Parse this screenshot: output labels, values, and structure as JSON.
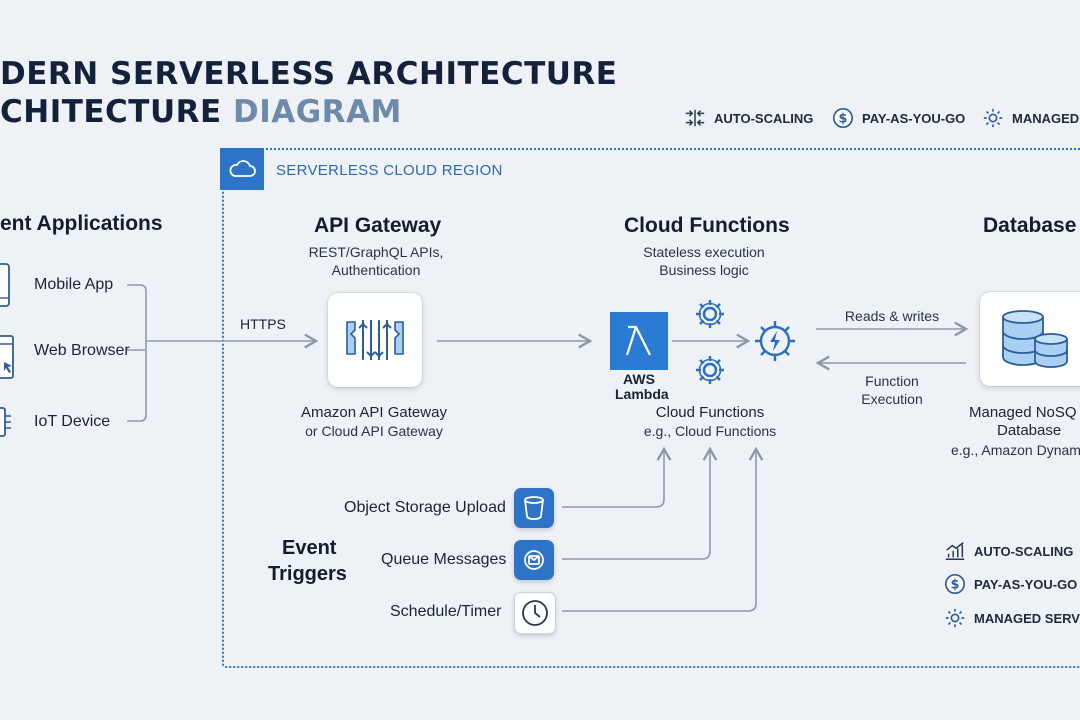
{
  "header": {
    "title_line1": "DERN SERVERLESS ARCHITECTURE",
    "title_line2_main": "CHITECTURE ",
    "title_line2_accent": "DIAGRAM"
  },
  "top_badges": [
    {
      "label": "AUTO-SCALING",
      "icon": "arrows-compress-icon"
    },
    {
      "label": "PAY-AS-YOU-GO",
      "icon": "dollar-icon"
    },
    {
      "label": "MANAGED S",
      "icon": "gear-icon"
    }
  ],
  "region": {
    "label": "SERVERLESS CLOUD REGION",
    "icon": "cloud-icon"
  },
  "clients": {
    "heading": "ent Applications",
    "items": [
      {
        "label": "Mobile App",
        "icon": "mobile-icon"
      },
      {
        "label": "Web Browser",
        "icon": "browser-icon"
      },
      {
        "label": "IoT Device",
        "icon": "iot-icon"
      }
    ],
    "connector_label": "HTTPS"
  },
  "api_gateway": {
    "heading": "API Gateway",
    "sub1": "REST/GraphQL APIs,",
    "sub2": "Authentication",
    "caption1": "Amazon API Gateway",
    "caption2": "or Cloud API Gateway"
  },
  "functions": {
    "heading": "Cloud Functions",
    "sub1": "Stateless execution",
    "sub2": "Business logic",
    "lambda1": "AWS",
    "lambda2": "Lambda",
    "caption1": "Cloud Functions",
    "caption2": "e.g., Cloud Functions"
  },
  "links": {
    "to_db": "Reads & writes",
    "from_db1": "Function",
    "from_db2": "Execution"
  },
  "database": {
    "heading": "Database",
    "caption1": "Managed NoSQ",
    "caption2": "Database",
    "caption3": "e.g., Amazon Dynam"
  },
  "triggers": {
    "heading1": "Event",
    "heading2": "Triggers",
    "items": [
      {
        "label": "Object Storage Upload",
        "icon": "bucket-icon"
      },
      {
        "label": "Queue Messages",
        "icon": "queue-icon"
      },
      {
        "label": "Schedule/Timer",
        "icon": "clock-icon"
      }
    ]
  },
  "bottom_badges": [
    {
      "label": "AUTO-SCALING",
      "icon": "bar-chart-icon"
    },
    {
      "label": "PAY-AS-YOU-GO",
      "icon": "dollar-icon"
    },
    {
      "label": "MANAGED SERV",
      "icon": "gear-icon"
    }
  ],
  "colors": {
    "accent": "#2e74c6",
    "line": "#8d99aa",
    "background": "#eef1f5"
  }
}
